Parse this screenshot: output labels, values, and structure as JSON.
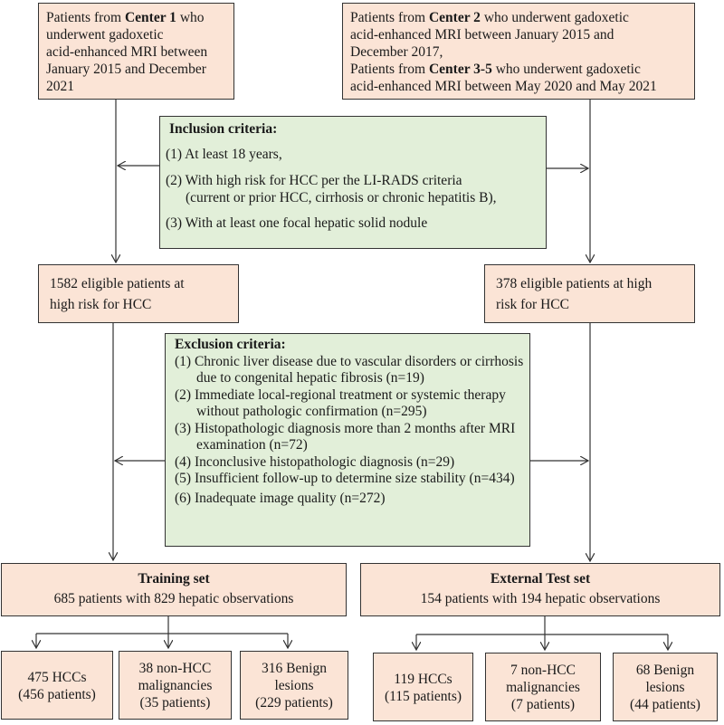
{
  "center1": {
    "pre": "Patients from ",
    "bold": "Center 1",
    "post": " who",
    "line2": "underwent gadoxetic",
    "line3": "acid-enhanced MRI between",
    "line4": "January 2015 and December",
    "line5": "2021"
  },
  "center2": {
    "l1_pre": "Patients from ",
    "l1_bold": "Center 2",
    "l1_post": " who underwent gadoxetic",
    "l2": "acid-enhanced MRI between January 2015 and",
    "l3": "December 2017,",
    "l4_pre": "Patients from ",
    "l4_bold": "Center 3-5",
    "l4_post": " who underwent gadoxetic",
    "l5": "acid-enhanced MRI between May 2020 and May 2021"
  },
  "inclusion": {
    "title": "Inclusion criteria:",
    "c1": "(1) At least 18 years,",
    "c2a": "(2) With high risk for HCC per the LI-RADS criteria",
    "c2b": "(current or prior HCC, cirrhosis or chronic hepatitis B),",
    "c3": "(3) With at least one focal hepatic solid nodule"
  },
  "eligible_left": {
    "l1": "1582 eligible patients at",
    "l2": "high risk for HCC"
  },
  "eligible_right": {
    "l1": "378 eligible patients at high",
    "l2": "risk for HCC"
  },
  "exclusion": {
    "title": "Exclusion criteria:",
    "items": [
      "(1) Chronic liver disease due to vascular disorders or cirrhosis due to congenital hepatic fibrosis (n=19)",
      "(2) Immediate local-regional treatment or systemic therapy without pathologic confirmation (n=295)",
      "(3) Histopathologic diagnosis more than 2 months after MRI examination (n=72)",
      "(4) Inconclusive histopathologic diagnosis (n=29)",
      "(5) Insufficient follow-up to determine size stability (n=434)",
      "(6) Inadequate image quality (n=272)"
    ]
  },
  "training": {
    "title": "Training set",
    "desc": "685 patients with 829 hepatic observations"
  },
  "external": {
    "title": "External Test set",
    "desc": "154 patients with 194 hepatic observations"
  },
  "train_outcomes": [
    {
      "l1": "475 HCCs",
      "l2": "(456 patients)"
    },
    {
      "l1": "38 non-HCC",
      "l2": "malignancies",
      "l3": "(35 patients)"
    },
    {
      "l1": "316 Benign",
      "l2": "lesions",
      "l3": "(229 patients)"
    }
  ],
  "test_outcomes": [
    {
      "l1": "119 HCCs",
      "l2": "(115 patients)"
    },
    {
      "l1": "7 non-HCC",
      "l2": "malignancies",
      "l3": "(7 patients)"
    },
    {
      "l1": "68 Benign",
      "l2": "lesions",
      "l3": "(44 patients)"
    }
  ]
}
